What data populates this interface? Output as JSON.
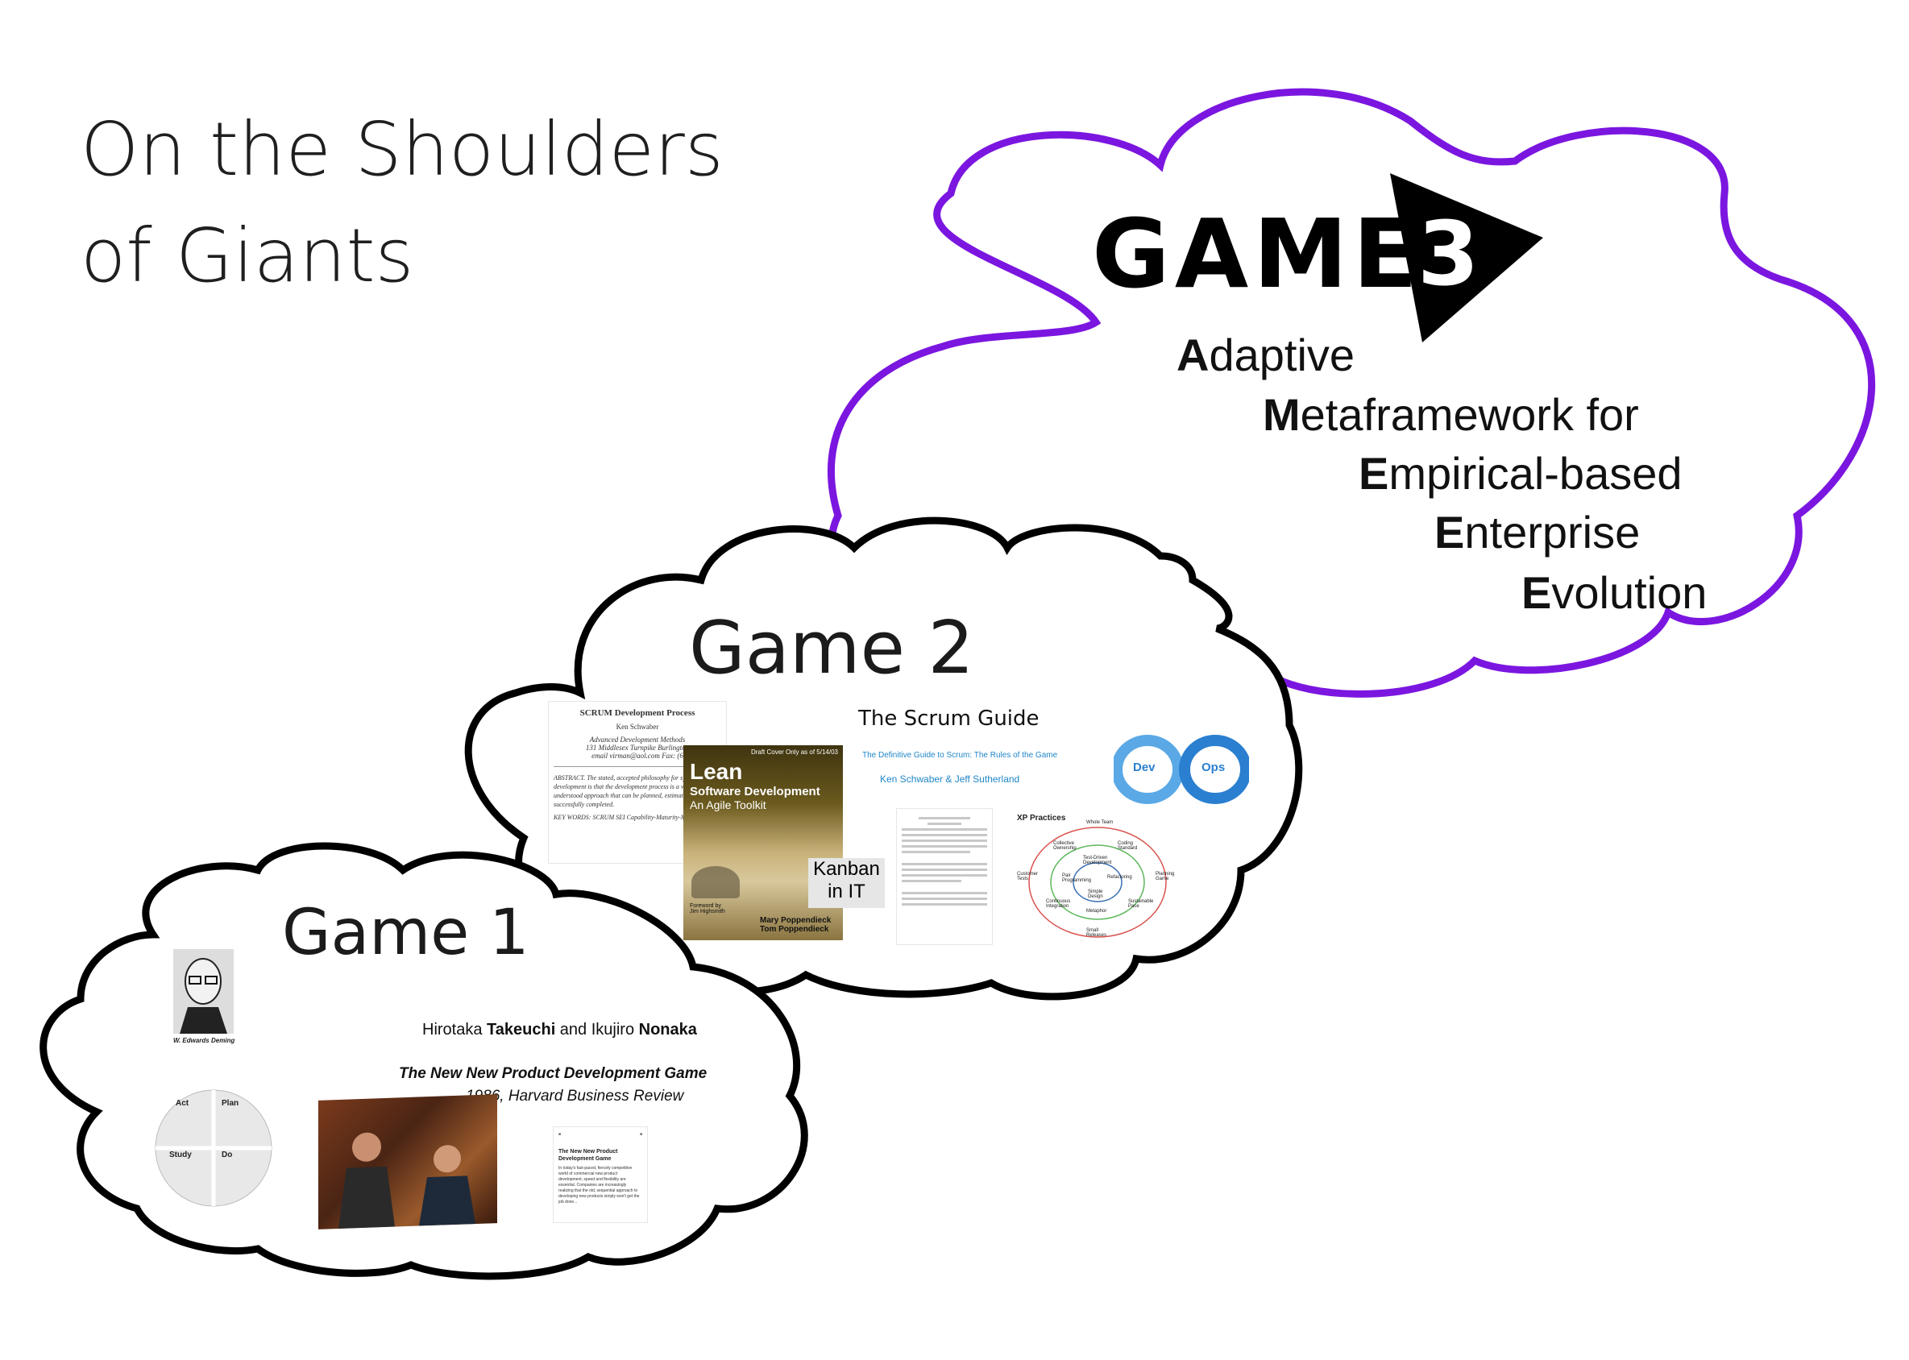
{
  "title_line1": "On the Shoulders",
  "title_line2": "of Giants",
  "game1": {
    "label": "Game 1",
    "deming_caption": "W. Edwards Deming",
    "pdsa": [
      "Act",
      "Plan",
      "Study",
      "Do"
    ],
    "authors_pre": "Hirotaka ",
    "author1": "Takeuchi",
    "authors_mid": " and Ikujiro ",
    "author2": "Nonaka",
    "article_title": "The New New Product Development Game",
    "article_source": "1986, Harvard Business Review",
    "card_heading": "The New New Product Development Game",
    "card_body": "In today's fast-paced, fiercely competitive world of commercial new product development, speed and flexibility are essential. Companies are increasingly realizing that the old, sequential approach to developing new products simply won't get the job done..."
  },
  "game2": {
    "label": "Game 2",
    "scrum_paper_title": "SCRUM Development Process",
    "scrum_paper_author": "Ken Schwaber",
    "scrum_paper_affil": "Advanced Development Methods",
    "scrum_paper_addr": "131 Middlesex Turnpike   Burlington",
    "scrum_paper_email": "email virman@aol.com   Fax: (6",
    "scrum_paper_abstract": "ABSTRACT. The stated, accepted philosophy for systems development is that the development process is a well understood approach that can be planned, estimated and successfully completed.",
    "scrum_paper_keywords": "KEY WORDS: SCRUM SEI Capability-Maturity-Model",
    "book_banner": "Draft Cover Only as of 5/14/03",
    "book_title": "Lean",
    "book_subtitle1": "Software Development",
    "book_subtitle2": "An Agile Toolkit",
    "book_foreword": "Foreword by\nJim Highsmith",
    "book_authors": "Mary Poppendieck\nTom Poppendieck",
    "kanban": "Kanban\nin IT",
    "scrum_guide_title": "The Scrum Guide",
    "scrum_guide_sub": "The Definitive Guide to Scrum: The Rules of the Game",
    "scrum_guide_authors": "Ken Schwaber & Jeff Sutherland",
    "devops_left": "Dev",
    "devops_right": "Ops",
    "xp_title": "XP Practices",
    "xp_nodes": [
      "Whole Team",
      "Collective Ownership",
      "Coding Standard",
      "Test-Driven Development",
      "Customer Tests",
      "Pair Programming",
      "Refactoring",
      "Planning Game",
      "Simple Design",
      "Continuous Integration",
      "Sustainable Pace",
      "Metaphor",
      "Small Releases"
    ]
  },
  "game3": {
    "logo_text": "GAME",
    "logo_num": "3",
    "acronym": [
      {
        "first": "A",
        "rest": "daptive"
      },
      {
        "first": "M",
        "rest": "etaframework for"
      },
      {
        "first": "E",
        "rest": "mpirical-based"
      },
      {
        "first": "E",
        "rest": "nterprise"
      },
      {
        "first": "E",
        "rest": "volution"
      }
    ],
    "accent_color": "#7b16e0"
  }
}
